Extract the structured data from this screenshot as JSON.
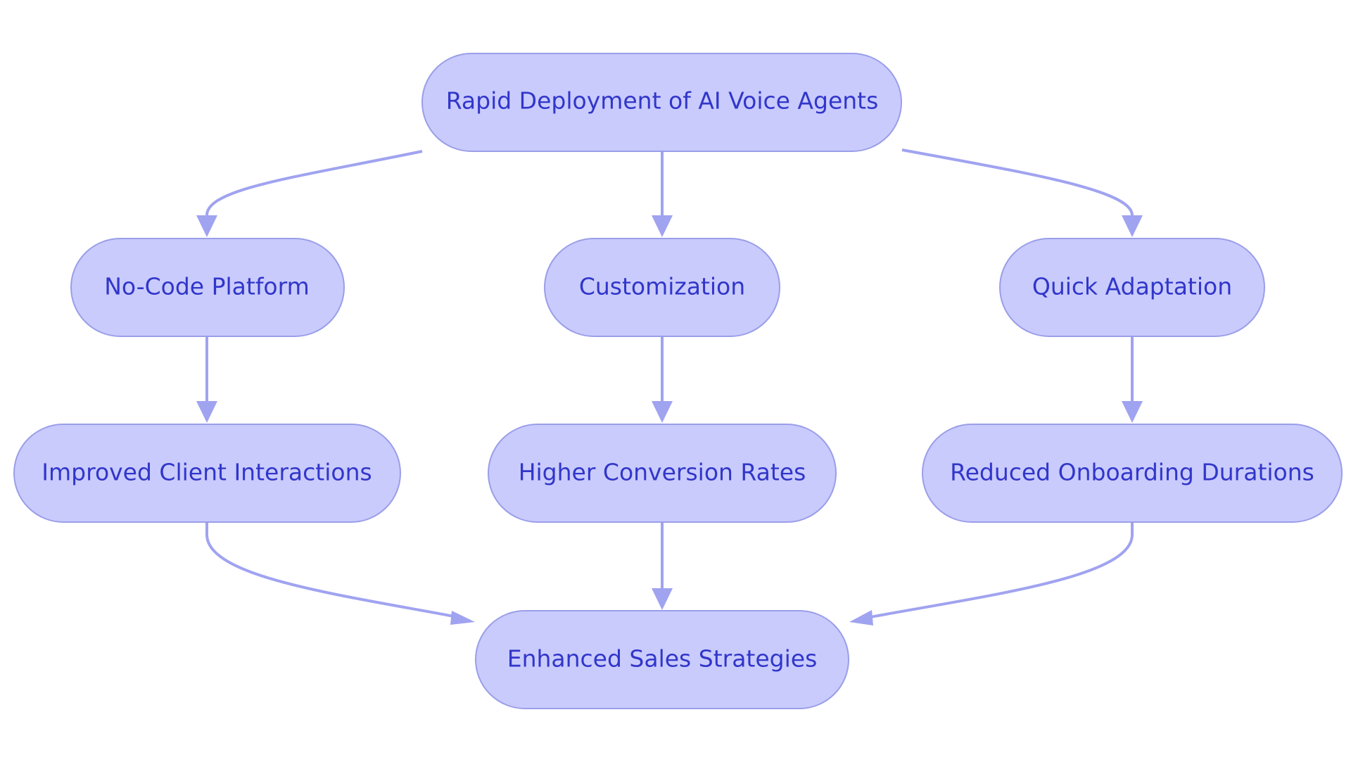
{
  "diagram": {
    "colors": {
      "node_fill": "#c9cbfd",
      "node_stroke": "#9a9ee8",
      "label_text": "#3136c9",
      "edge": "#a0a3f0"
    },
    "nodes": {
      "root": {
        "label": "Rapid Deployment of AI Voice Agents"
      },
      "no_code": {
        "label": "No-Code Platform"
      },
      "customization": {
        "label": "Customization"
      },
      "quick_adaptation": {
        "label": "Quick Adaptation"
      },
      "improved_client": {
        "label": "Improved Client Interactions"
      },
      "higher_conversion": {
        "label": "Higher Conversion Rates"
      },
      "reduced_onboarding": {
        "label": "Reduced Onboarding Durations"
      },
      "enhanced_sales": {
        "label": "Enhanced Sales Strategies"
      }
    },
    "edges": [
      {
        "from": "root",
        "to": "no_code"
      },
      {
        "from": "root",
        "to": "customization"
      },
      {
        "from": "root",
        "to": "quick_adaptation"
      },
      {
        "from": "no_code",
        "to": "improved_client"
      },
      {
        "from": "customization",
        "to": "higher_conversion"
      },
      {
        "from": "quick_adaptation",
        "to": "reduced_onboarding"
      },
      {
        "from": "improved_client",
        "to": "enhanced_sales"
      },
      {
        "from": "higher_conversion",
        "to": "enhanced_sales"
      },
      {
        "from": "reduced_onboarding",
        "to": "enhanced_sales"
      }
    ]
  }
}
